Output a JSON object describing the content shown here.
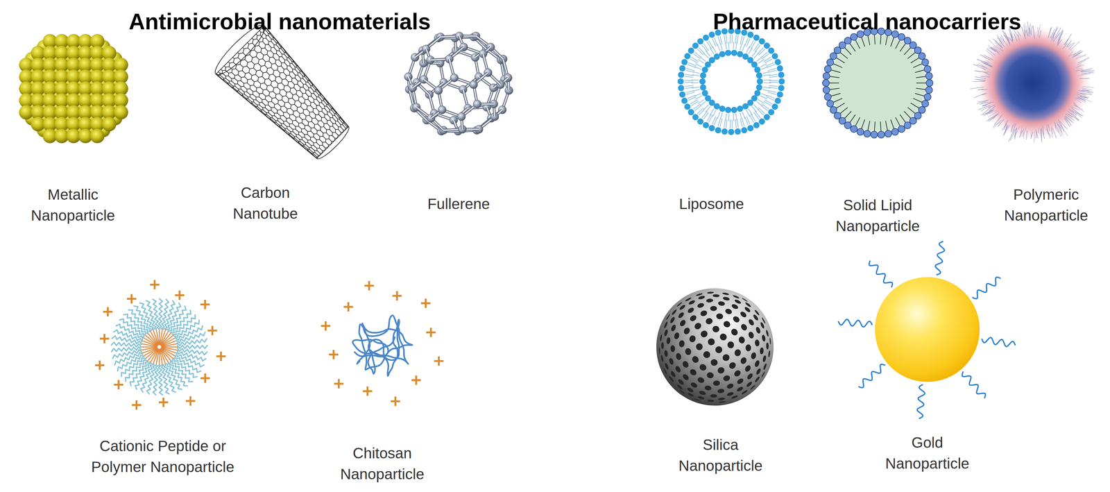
{
  "diagram": {
    "nodes": [
      {
        "text": [
          "Antimicrobial nanomaterials"
        ]
      },
      {
        "text": [
          "Metallic Nanoparticle"
        ],
        "in": 0
      },
      {
        "text": [
          "Carbon Nanotube"
        ],
        "in": 0
      },
      {
        "text": [
          "Fullerene"
        ],
        "in": 0
      },
      {
        "text": [
          "Cationic Peptide or Polymer Nanoparticle"
        ],
        "in": 0
      },
      {
        "text": [
          "Chitosan Nanoparticle"
        ],
        "in": 0
      },
      {
        "text": [
          "Pharmaceutical nanocarriers"
        ]
      },
      {
        "text": [
          "Liposome"
        ],
        "in": 6
      },
      {
        "text": [
          "Solid Lipid Nanoparticle"
        ],
        "in": 6
      },
      {
        "text": [
          "Polymeric Nanoparticle"
        ],
        "in": 6
      },
      {
        "text": [
          "Silica Nanoparticle"
        ],
        "in": 6
      },
      {
        "text": [
          "Gold Nanoparticle"
        ],
        "in": 6
      }
    ]
  }
}
